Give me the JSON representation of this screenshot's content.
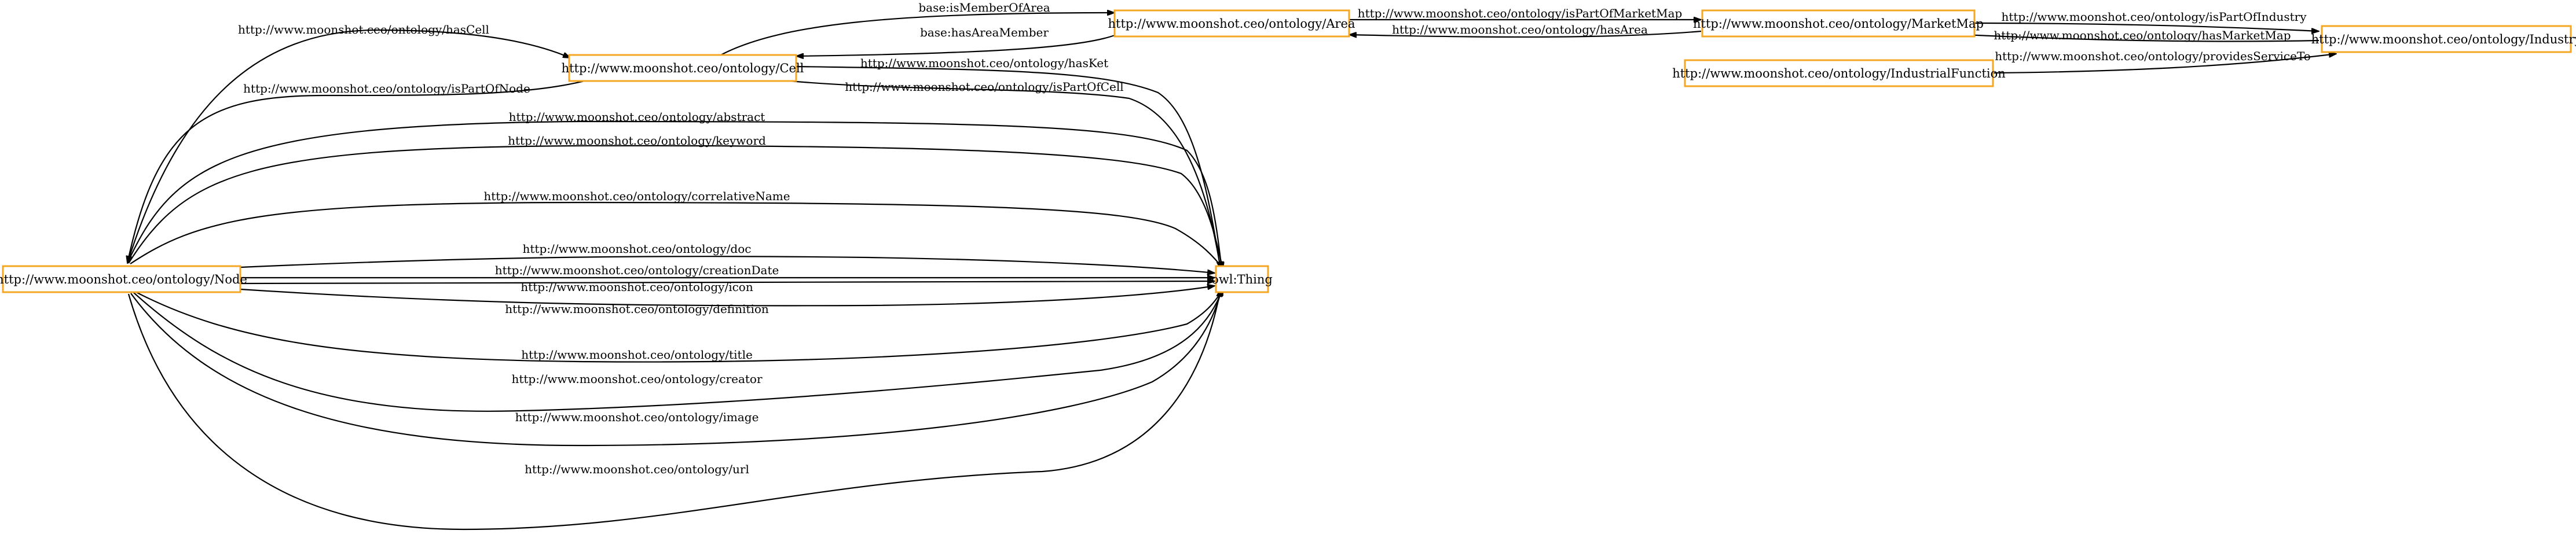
{
  "colors": {
    "node_border": "#f5a623",
    "edge": "#000000",
    "text": "#000000",
    "background": "#ffffff"
  },
  "nodes": [
    {
      "id": "cell",
      "label": "http://www.moonshot.ceo/ontology/Cell"
    },
    {
      "id": "area",
      "label": "http://www.moonshot.ceo/ontology/Area"
    },
    {
      "id": "marketmap",
      "label": "http://www.moonshot.ceo/ontology/MarketMap"
    },
    {
      "id": "industry",
      "label": "http://www.moonshot.ceo/ontology/Industry"
    },
    {
      "id": "industrialfunction",
      "label": "http://www.moonshot.ceo/ontology/IndustrialFunction"
    },
    {
      "id": "node",
      "label": "http://www.moonshot.ceo/ontology/Node"
    },
    {
      "id": "thing",
      "label": "owl:Thing"
    }
  ],
  "edges": [
    {
      "id": "hasCell",
      "from": "node",
      "to": "cell",
      "label": "http://www.moonshot.ceo/ontology/hasCell"
    },
    {
      "id": "isPartOfNode",
      "from": "cell",
      "to": "node",
      "label": "http://www.moonshot.ceo/ontology/isPartOfNode"
    },
    {
      "id": "isMemberOfArea",
      "from": "cell",
      "to": "area",
      "label": "base:isMemberOfArea"
    },
    {
      "id": "hasAreaMember",
      "from": "area",
      "to": "cell",
      "label": "base:hasAreaMember"
    },
    {
      "id": "isPartOfMarketMap",
      "from": "area",
      "to": "marketmap",
      "label": "http://www.moonshot.ceo/ontology/isPartOfMarketMap"
    },
    {
      "id": "hasArea",
      "from": "marketmap",
      "to": "area",
      "label": "http://www.moonshot.ceo/ontology/hasArea"
    },
    {
      "id": "isPartOfIndustry",
      "from": "marketmap",
      "to": "industry",
      "label": "http://www.moonshot.ceo/ontology/isPartOfIndustry"
    },
    {
      "id": "hasMarketMap",
      "from": "industry",
      "to": "marketmap",
      "label": "http://www.moonshot.ceo/ontology/hasMarketMap"
    },
    {
      "id": "providesServiceTo",
      "from": "industrialfunction",
      "to": "industry",
      "label": "http://www.moonshot.ceo/ontology/providesServiceTo"
    },
    {
      "id": "hasKet",
      "from": "cell",
      "to": "thing",
      "label": "http://www.moonshot.ceo/ontology/hasKet"
    },
    {
      "id": "isPartOfCell",
      "from": "thing",
      "to": "cell",
      "label": "http://www.moonshot.ceo/ontology/isPartOfCell"
    },
    {
      "id": "abstract",
      "from": "node",
      "to": "thing",
      "label": "http://www.moonshot.ceo/ontology/abstract"
    },
    {
      "id": "keyword",
      "from": "node",
      "to": "thing",
      "label": "http://www.moonshot.ceo/ontology/keyword"
    },
    {
      "id": "correlativeName",
      "from": "node",
      "to": "thing",
      "label": "http://www.moonshot.ceo/ontology/correlativeName"
    },
    {
      "id": "doc",
      "from": "node",
      "to": "thing",
      "label": "http://www.moonshot.ceo/ontology/doc"
    },
    {
      "id": "creationDate",
      "from": "node",
      "to": "thing",
      "label": "http://www.moonshot.ceo/ontology/creationDate"
    },
    {
      "id": "icon",
      "from": "node",
      "to": "thing",
      "label": "http://www.moonshot.ceo/ontology/icon"
    },
    {
      "id": "definition",
      "from": "node",
      "to": "thing",
      "label": "http://www.moonshot.ceo/ontology/definition"
    },
    {
      "id": "title",
      "from": "node",
      "to": "thing",
      "label": "http://www.moonshot.ceo/ontology/title"
    },
    {
      "id": "creator",
      "from": "node",
      "to": "thing",
      "label": "http://www.moonshot.ceo/ontology/creator"
    },
    {
      "id": "image",
      "from": "node",
      "to": "thing",
      "label": "http://www.moonshot.ceo/ontology/image"
    },
    {
      "id": "url",
      "from": "node",
      "to": "thing",
      "label": "http://www.moonshot.ceo/ontology/url"
    }
  ]
}
